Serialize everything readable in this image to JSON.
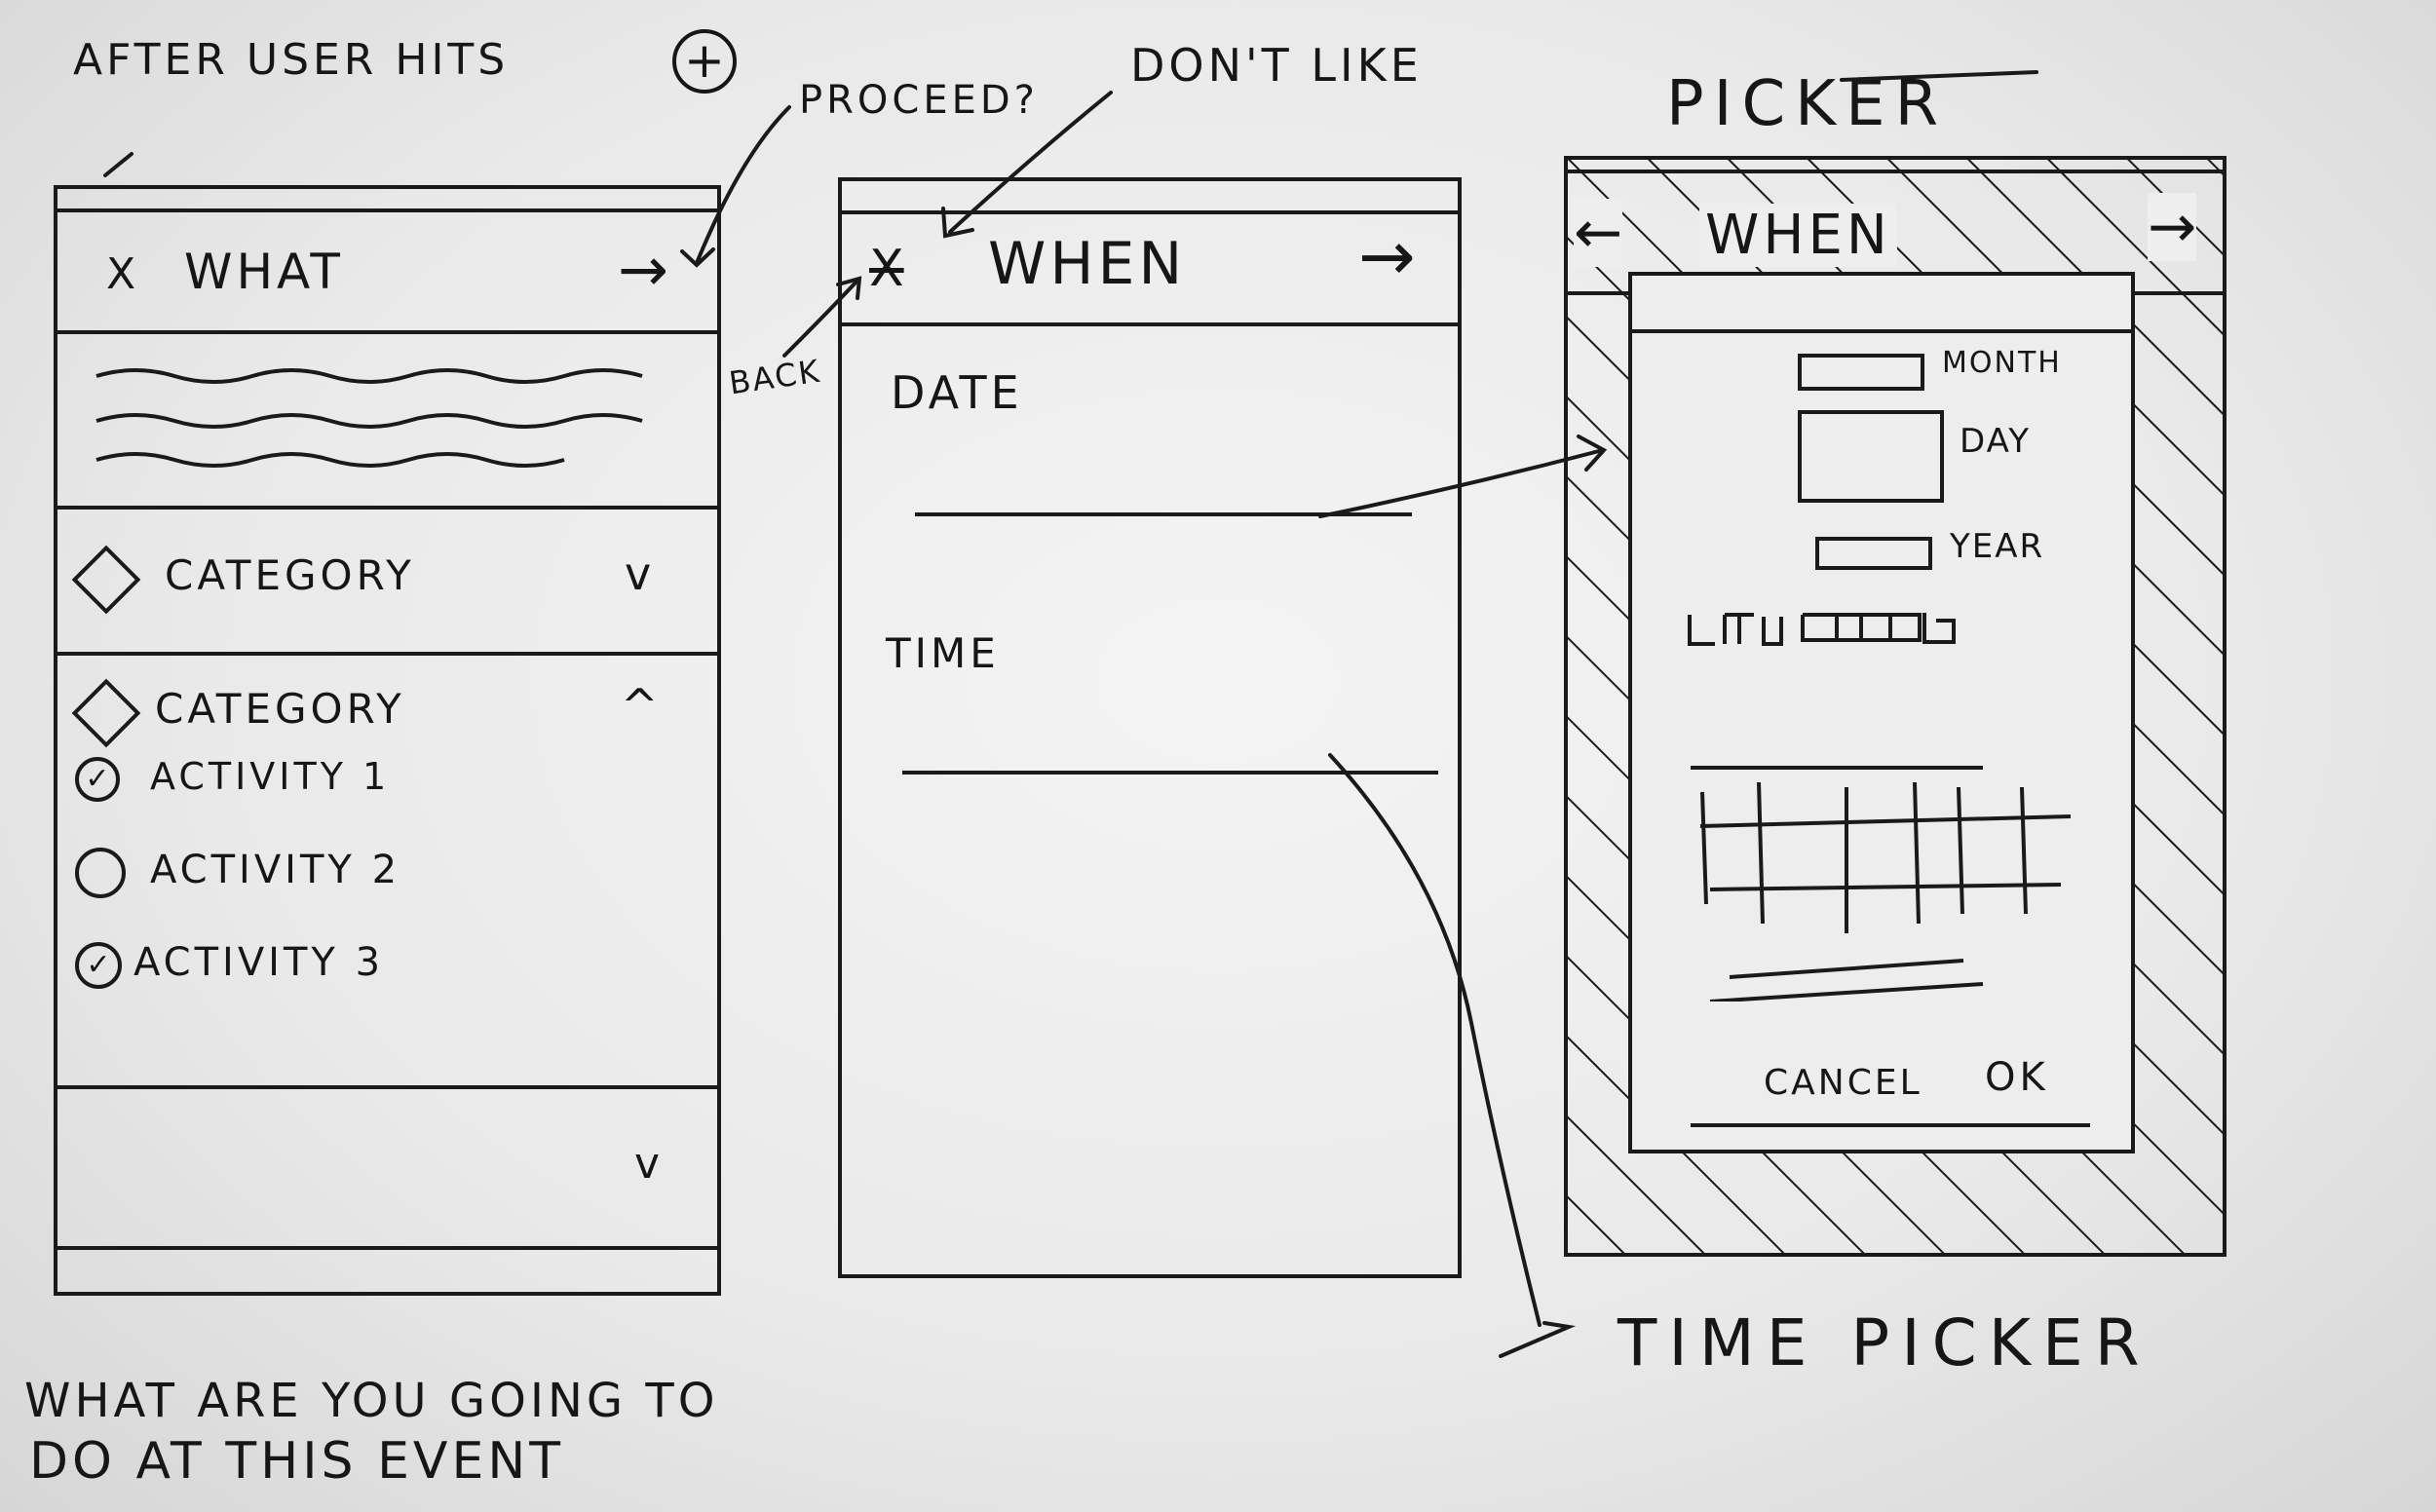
{
  "notes": {
    "top_left": "AFTER USER HITS",
    "proceed": "PROCEED?",
    "dont_like": "DON'T LIKE",
    "picker": "PICKER",
    "back": "BACK",
    "time_picker": "TIME PICKER",
    "bottom_line1": "WHAT ARE YOU GOING TO",
    "bottom_line2": "DO AT THIS EVENT"
  },
  "screen_what": {
    "close_glyph": "X",
    "title": "WHAT",
    "next_glyph": "→",
    "category_collapsed": "CATEGORY",
    "category_expanded": "CATEGORY",
    "activities": [
      {
        "label": "ACTIVITY 1",
        "checked": true
      },
      {
        "label": "ACTIVITY 2",
        "checked": false
      },
      {
        "label": "ACTIVITY 3",
        "checked": true
      }
    ]
  },
  "screen_when": {
    "title": "WHEN",
    "next_glyph": "→",
    "date_label": "DATE",
    "time_label": "TIME"
  },
  "screen_picker": {
    "header_title": "WHEN",
    "month_label": "MONTH",
    "day_label": "DAY",
    "year_label": "YEAR",
    "cancel_label": "CANCEL",
    "ok_label": "OK"
  }
}
